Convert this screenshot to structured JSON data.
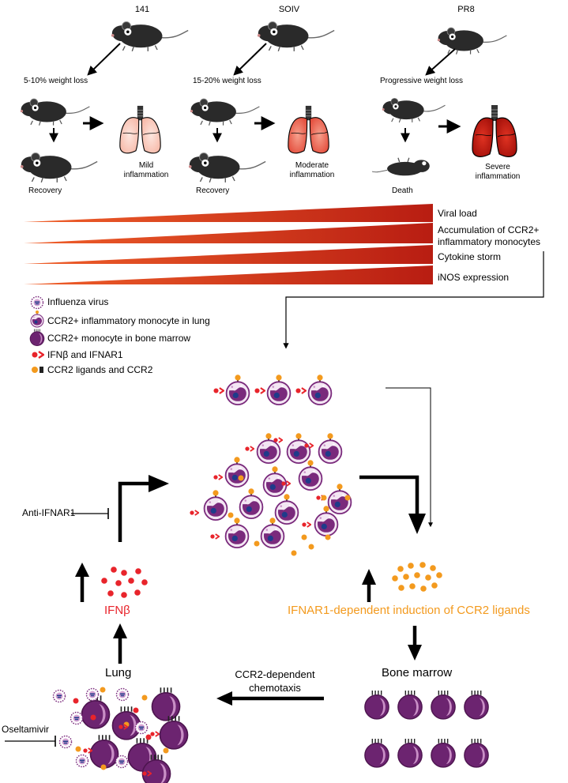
{
  "strains": {
    "a": "141",
    "b": "SOIV",
    "c": "PR8"
  },
  "weight_loss": {
    "a": "5-10% weight loss",
    "b": "15-20% weight loss",
    "c": "Progressive weight loss"
  },
  "inflammation": {
    "a_line1": "Mild",
    "a_line2": "inflammation",
    "b_line1": "Moderate",
    "b_line2": "inflammation",
    "c_line1": "Severe",
    "c_line2": "inflammation"
  },
  "outcome": {
    "a": "Recovery",
    "b": "Recovery",
    "c": "Death"
  },
  "gradient_bars": [
    {
      "label": "Viral load"
    },
    {
      "label_line1": "Accumulation of CCR2+",
      "label_line2": "inflammatory monocytes"
    },
    {
      "label": "Cytokine storm"
    },
    {
      "label": "iNOS expression"
    }
  ],
  "legend": [
    {
      "label": "Influenza virus",
      "icon": "virus-icon"
    },
    {
      "label": "CCR2+ inflammatory monocyte in lung",
      "icon": "lung-monocyte-icon"
    },
    {
      "label": "CCR2+ monocyte in bone marrow",
      "icon": "marrow-monocyte-icon"
    },
    {
      "label": "IFNβ and IFNAR1",
      "icon": "ifnb-receptor-icon"
    },
    {
      "label": "CCR2 ligands and CCR2",
      "icon": "ccr2-ligand-icon"
    }
  ],
  "cycle": {
    "anti_ifnar1": "Anti-IFNAR1",
    "ifnb": "IFNβ",
    "induction": "IFNAR1-dependent induction of CCR2 ligands",
    "lung": "Lung",
    "bone_marrow": "Bone marrow",
    "chemotaxis_line1": "CCR2-dependent",
    "chemotaxis_line2": "chemotaxis",
    "oseltamivir": "Oseltamivir"
  },
  "colors": {
    "ifnb_red": "#e8242b",
    "ligand_orange": "#f39a1e",
    "monocyte_purple": "#7a2a7c",
    "monocyte_light": "#c98fc6",
    "gradient_dark": "#b81d12",
    "gradient_light": "#f0602a"
  }
}
